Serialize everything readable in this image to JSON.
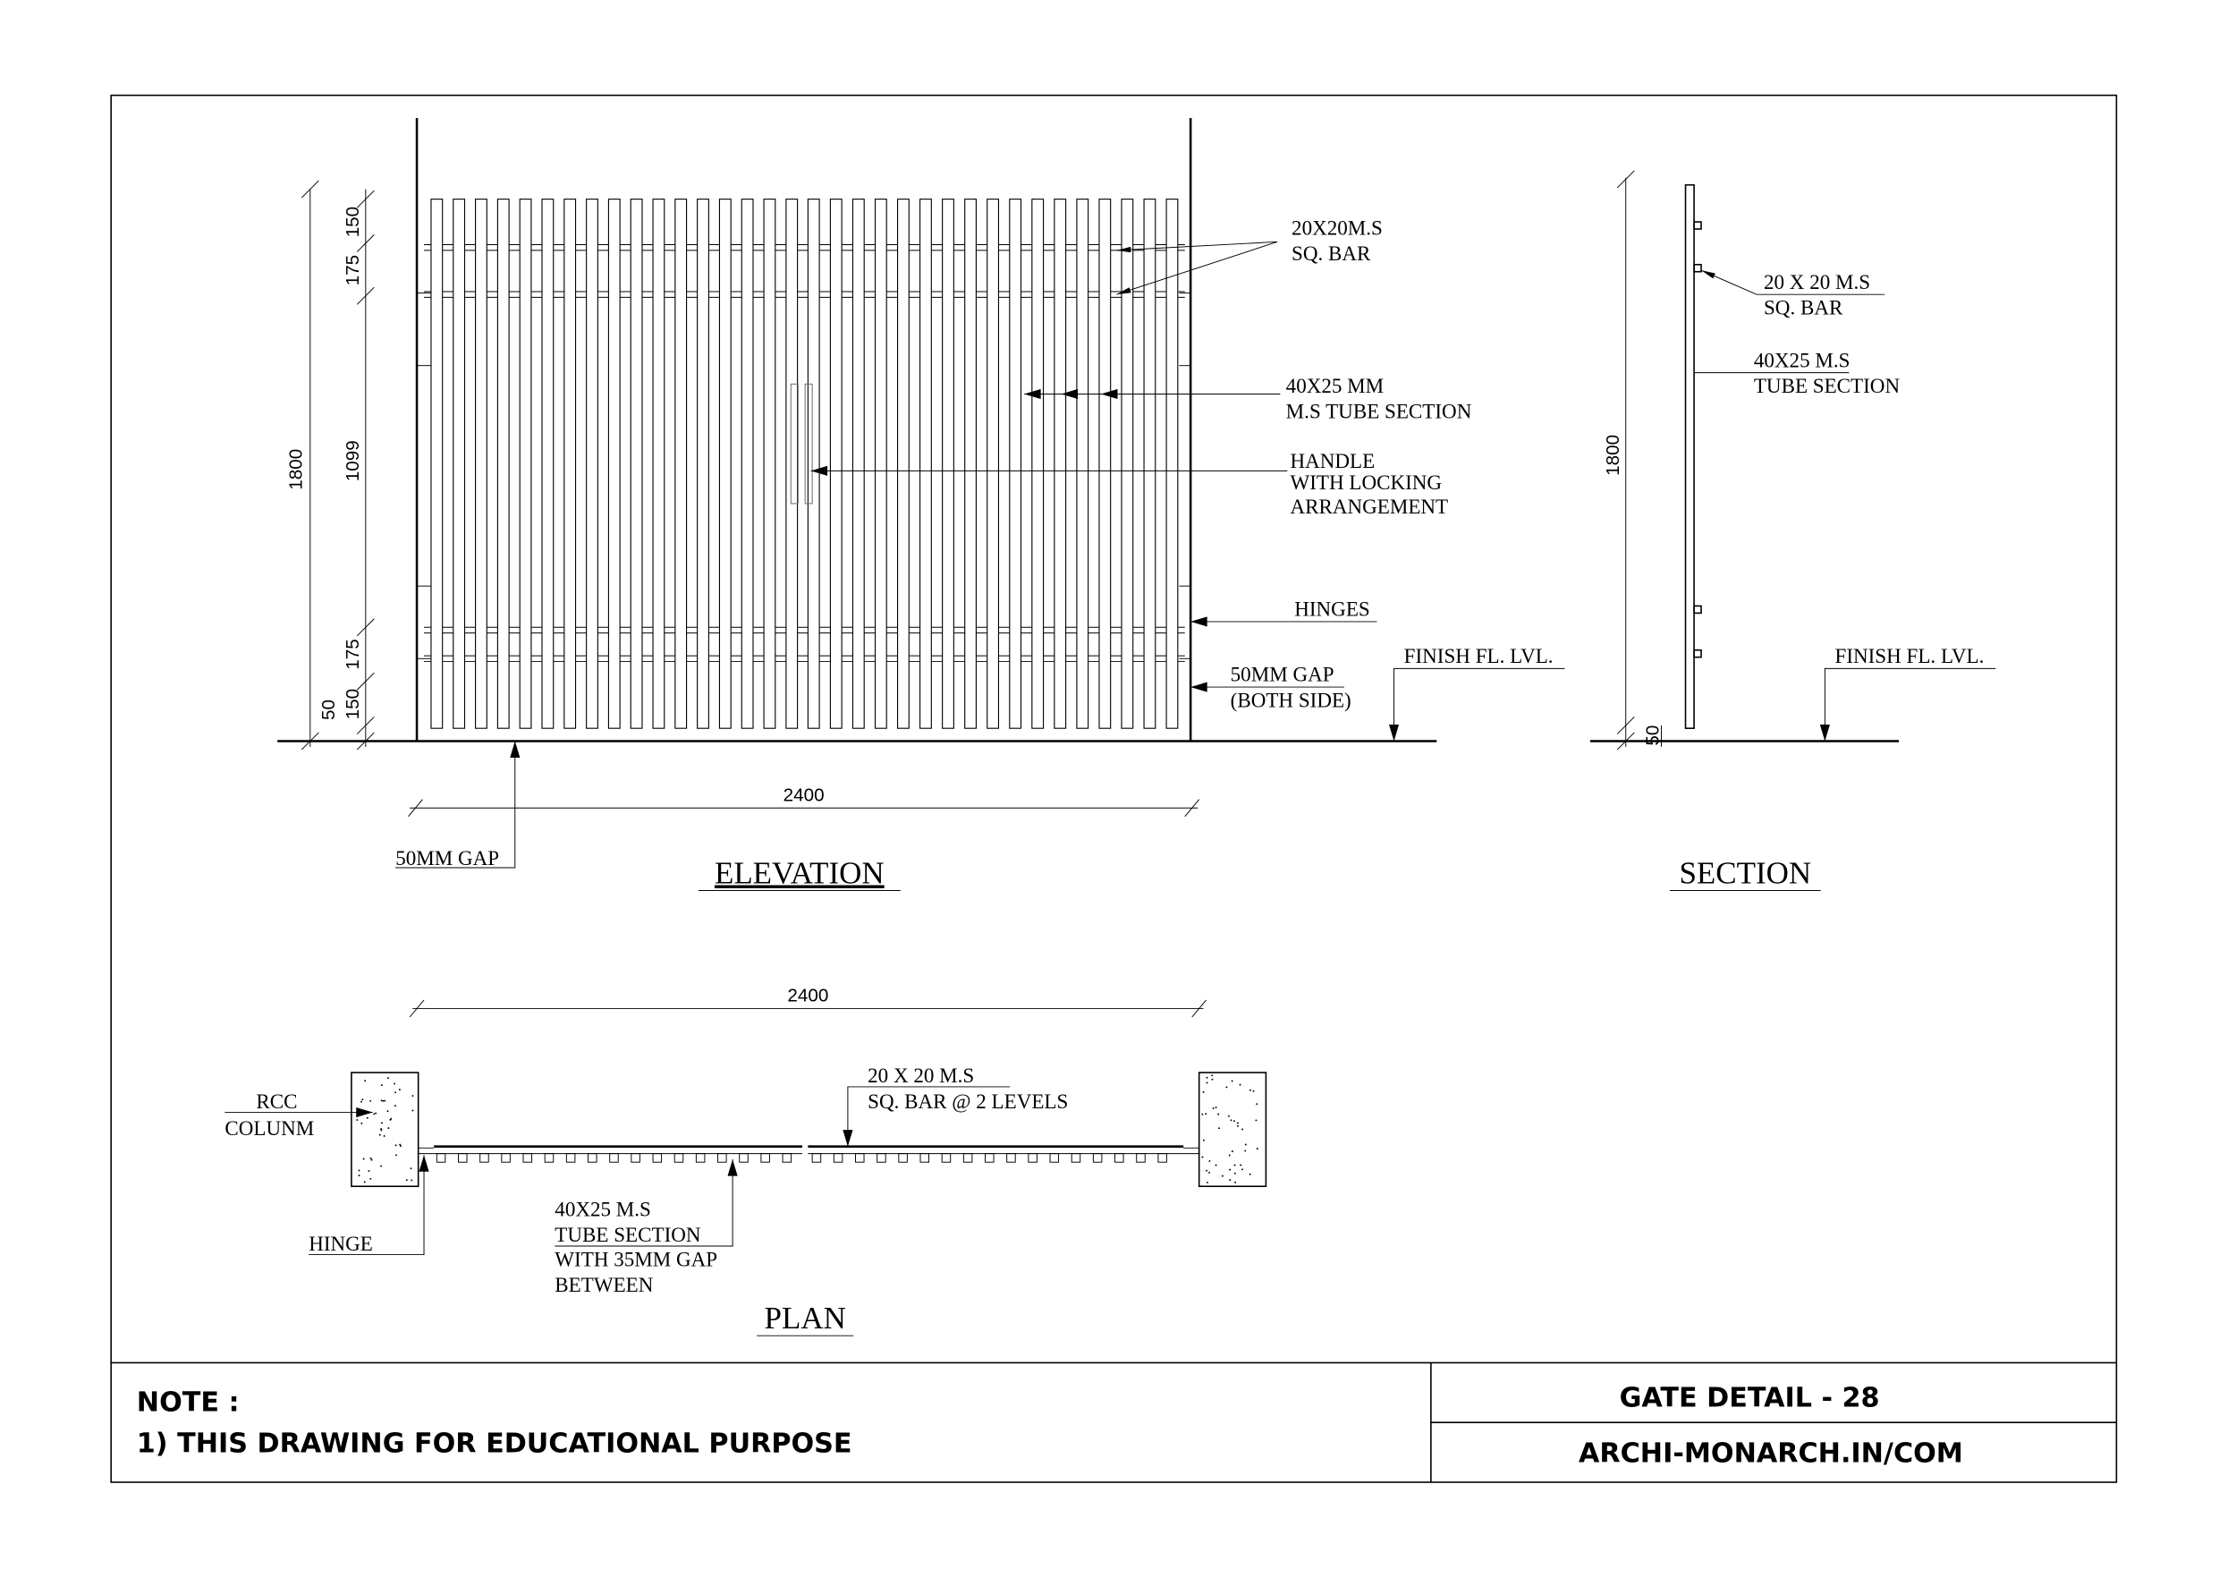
{
  "elevation": {
    "title": "ELEVATION",
    "dims": {
      "overall_height": "1800",
      "d_top": "150",
      "d_top2": "175",
      "d_mid": "1099",
      "d_bot2": "175",
      "d_bot": "150",
      "d_gap": "50",
      "width": "2400"
    },
    "labels": {
      "sq_bar_1": "20X20M.S",
      "sq_bar_2": "SQ. BAR",
      "tube_1": "40X25 MM",
      "tube_2": "M.S TUBE SECTION",
      "handle_1": "HANDLE",
      "handle_2": "WITH LOCKING",
      "handle_3": "ARRANGEMENT",
      "hinges": "HINGES",
      "gap_1": "50MM GAP",
      "gap_2": "(BOTH SIDE)",
      "ffl": "FINISH FL. LVL.",
      "bottom_gap": "50MM GAP"
    }
  },
  "section": {
    "title": "SECTION",
    "dims": {
      "height": "1800",
      "gap": "50"
    },
    "labels": {
      "sq_bar_1": "20 X 20 M.S",
      "sq_bar_2": "SQ. BAR",
      "tube_1": "40X25 M.S",
      "tube_2": "TUBE SECTION",
      "ffl": "FINISH FL. LVL."
    }
  },
  "plan": {
    "title": "PLAN",
    "dims": {
      "width": "2400"
    },
    "labels": {
      "rcc_1": "RCC",
      "rcc_2": "COLUNM",
      "hinge": "HINGE",
      "tube_1": "40X25 M.S",
      "tube_2": "TUBE SECTION",
      "tube_3": "WITH 35MM GAP",
      "tube_4": "BETWEEN",
      "sq_1": "20 X 20 M.S",
      "sq_2": "SQ. BAR @ 2 LEVELS"
    }
  },
  "title_block": {
    "note_heading": "NOTE :",
    "note_1": "1) THIS DRAWING FOR EDUCATIONAL PURPOSE",
    "drawing_title": "GATE DETAIL - 28",
    "website": "ARCHI-MONARCH.IN/COM"
  }
}
